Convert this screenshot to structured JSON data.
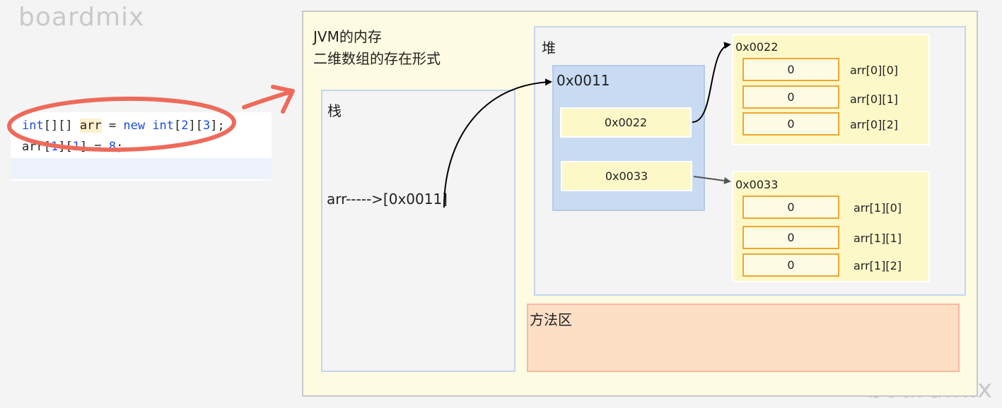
{
  "watermark": {
    "top_left": "boardmix",
    "bottom_right": "boardmix"
  },
  "code": {
    "line1": {
      "t1": "int",
      "t2": "[][] ",
      "t3": "arr",
      "t4": " = ",
      "t5": "new",
      "t6": " ",
      "t7": "int",
      "t8": "[",
      "t9": "2",
      "t10": "][",
      "t11": "3",
      "t12": "];"
    },
    "line2": {
      "t1": "arr[",
      "t2": "1",
      "t3": "][",
      "t4": "1",
      "t5": "] = ",
      "t6": "8",
      "t7": ";"
    }
  },
  "jvm": {
    "title_line1": "JVM的内存",
    "title_line2": "二维数组的存在形式",
    "stack": {
      "label": "栈",
      "variable": "arr----->[0x0011]"
    },
    "heap": {
      "label": "堆",
      "outer": {
        "address": "0x0011",
        "cells": [
          "0x0022",
          "0x0033"
        ]
      },
      "inner": [
        {
          "address": "0x0022",
          "cells": [
            {
              "value": "0",
              "label": "arr[0][0]"
            },
            {
              "value": "0",
              "label": "arr[0][1]"
            },
            {
              "value": "0",
              "label": "arr[0][2]"
            }
          ]
        },
        {
          "address": "0x0033",
          "cells": [
            {
              "value": "0",
              "label": "arr[1][0]"
            },
            {
              "value": "0",
              "label": "arr[1][1]"
            },
            {
              "value": "0",
              "label": "arr[1][2]"
            }
          ]
        }
      ]
    },
    "method_area": {
      "label": "方法区"
    }
  },
  "colors": {
    "highlight_ring": "#ee6a5a",
    "jvm_bg": "#fdfbe1",
    "method_bg": "#fddfc6",
    "outer_array_bg": "#c8dbf2",
    "cell_border": "#f0a630",
    "keyword": "#1f4fd1"
  }
}
